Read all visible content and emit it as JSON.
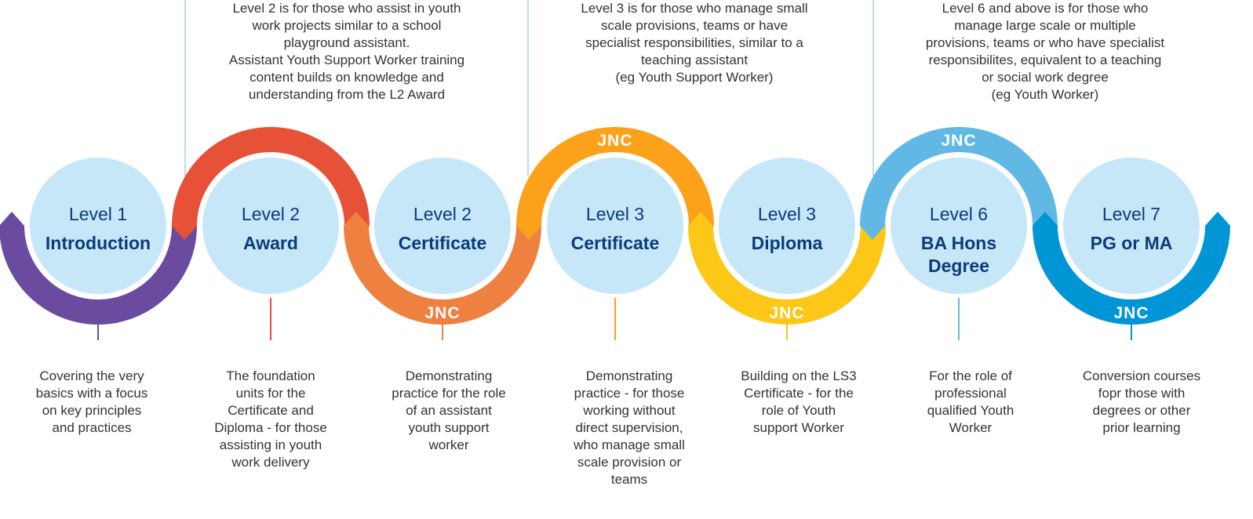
{
  "colors": {
    "circle_fill": "#c5e7f8",
    "circle_text": "#0c3b7a",
    "divider_line": "#b8dff0",
    "badge_text": "#ffffff"
  },
  "badge_label": "JNC",
  "steps": [
    {
      "level": "Level 1",
      "name": [
        "Introduction"
      ],
      "description": "Covering the very\nbasics with a focus\non key principles\nand practices",
      "color": "#6a4ba0",
      "badge": false
    },
    {
      "level": "Level 2",
      "name": [
        "Award"
      ],
      "description": "The foundation\nunits for the\nCertificate and\nDiploma - for those\nassisting in youth\nwork delivery",
      "color": "#e65138",
      "badge": false
    },
    {
      "level": "Level 2",
      "name": [
        "Certificate"
      ],
      "description": "Demonstrating\npractice for the role\nof an assistant\nyouth support\nworker",
      "color": "#ee8040",
      "badge": true
    },
    {
      "level": "Level 3",
      "name": [
        "Certificate"
      ],
      "description": "Demonstrating\npractice - for those\nworking without\ndirect supervision,\nwho manage small\nscale provision or\nteams",
      "color": "#fba11a",
      "badge": true
    },
    {
      "level": "Level 3",
      "name": [
        "Diploma"
      ],
      "description": "Building on the LS3\nCertificate - for the\nrole of Youth\nsupport Worker",
      "color": "#fcc716",
      "badge": true
    },
    {
      "level": "Level 6",
      "name": [
        "BA Hons",
        "Degree"
      ],
      "description": "For the role of\nprofessional\nqualified Youth\nWorker",
      "color": "#62b8e5",
      "badge": true
    },
    {
      "level": "Level 7",
      "name": [
        "PG or MA"
      ],
      "description": "Conversion courses\nfopr those with\ndegrees or other\nprior learning",
      "color": "#0096d6",
      "badge": true
    }
  ],
  "top_notes": [
    "Level 2 is for those who assist in youth\nwork projects similar to a school\nplayground assistant.\nAssistant Youth Support Worker training\ncontent builds on knowledge and\nunderstanding from the L2 Award",
    "Level 3 is for those who manage small\nscale provisions, teams or have\nspecialist responsibilities, similar to a\nteaching assistant\n(eg Youth Support Worker)",
    "Level 6 and above is for those who\nmanage large scale or multiple\nprovisions, teams or who have specialist\nresponsibilites, equivalent to a teaching\nor social work degree\n(eg Youth Worker)"
  ]
}
